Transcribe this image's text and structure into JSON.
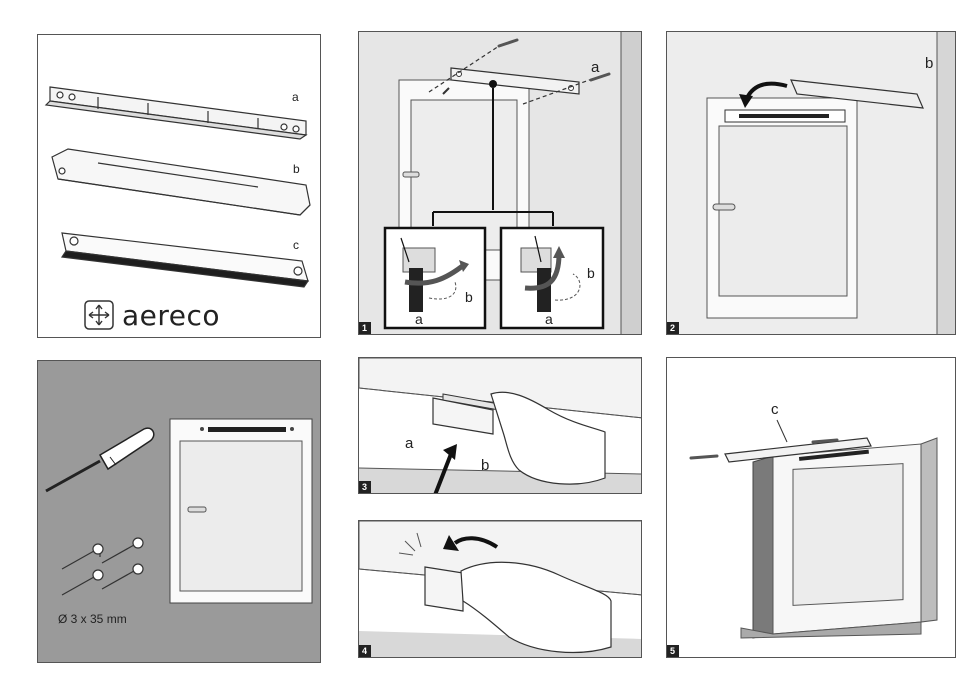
{
  "brand": {
    "name": "aereco"
  },
  "legend_parts": {
    "a": "a",
    "b": "b",
    "c": "c"
  },
  "tools": {
    "screw_spec": "Ø 3 x 35 mm"
  },
  "steps": [
    {
      "number": "1",
      "label_a": "a",
      "detail_left_a": "a",
      "detail_left_b": "b",
      "detail_right_a": "a",
      "detail_right_b": "b"
    },
    {
      "number": "2",
      "label_b": "b"
    },
    {
      "number": "3",
      "label_a": "a",
      "label_b": "b"
    },
    {
      "number": "4"
    },
    {
      "number": "5",
      "label_c": "c"
    }
  ],
  "colors": {
    "line": "#333333",
    "panel_gray": "#9a9a9a",
    "ink": "#222222"
  }
}
